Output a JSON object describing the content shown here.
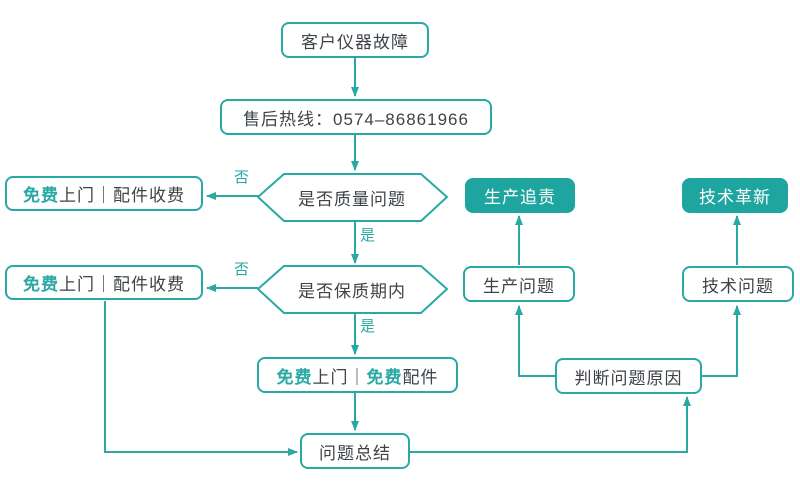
{
  "colors": {
    "teal": "#29a9a4",
    "teal_fill": "#1fa5a0",
    "text_dark": "#3e4347",
    "bg": "#ffffff"
  },
  "nodes": {
    "customer_failure": {
      "label": "客户仪器故障"
    },
    "hotline": {
      "label": "售后热线：0574–86861966"
    },
    "decision_quality": {
      "label": "是否质量问题"
    },
    "decision_warranty": {
      "label": "是否保质期内"
    },
    "free_visit_paid_parts_1": {
      "segments": [
        {
          "text": "免费",
          "highlight": true
        },
        {
          "text": "上门｜配件收费",
          "highlight": false
        }
      ]
    },
    "free_visit_paid_parts_2": {
      "segments": [
        {
          "text": "免费",
          "highlight": true
        },
        {
          "text": "上门｜配件收费",
          "highlight": false
        }
      ]
    },
    "free_visit_free_parts": {
      "segments": [
        {
          "text": "免费",
          "highlight": true
        },
        {
          "text": "上门｜",
          "highlight": false
        },
        {
          "text": "免费",
          "highlight": true
        },
        {
          "text": "配件",
          "highlight": false
        }
      ]
    },
    "production_trace": {
      "label": "生产追责"
    },
    "tech_innovation": {
      "label": "技术革新"
    },
    "production_problem": {
      "label": "生产问题"
    },
    "tech_problem": {
      "label": "技术问题"
    },
    "judge_cause": {
      "label": "判断问题原因"
    },
    "summary": {
      "label": "问题总结"
    }
  },
  "edge_labels": {
    "quality_no": "否",
    "quality_yes": "是",
    "warranty_no": "否",
    "warranty_yes": "是"
  }
}
